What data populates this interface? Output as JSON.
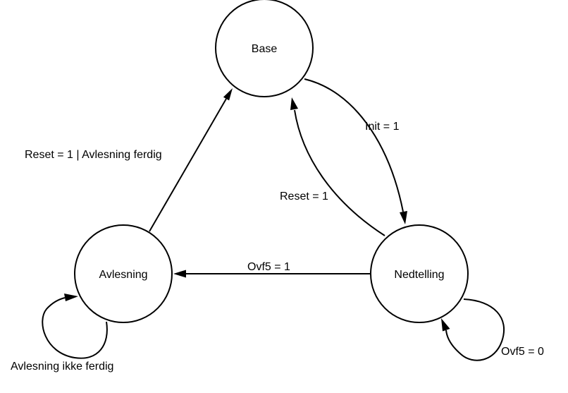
{
  "states": {
    "base": {
      "label": "Base"
    },
    "avlesning": {
      "label": "Avlesning"
    },
    "nedtelling": {
      "label": "Nedtelling"
    }
  },
  "transitions": {
    "avlesning_to_base": "Reset = 1 | Avlesning ferdig",
    "base_to_nedtelling": "Init = 1",
    "nedtelling_to_base": "Reset = 1",
    "nedtelling_to_avlesning": "Ovf5 = 1",
    "avlesning_self": "Avlesning ikke ferdig",
    "nedtelling_self": "Ovf5 = 0"
  },
  "colors": {
    "stroke": "#000000",
    "background": "#ffffff"
  }
}
